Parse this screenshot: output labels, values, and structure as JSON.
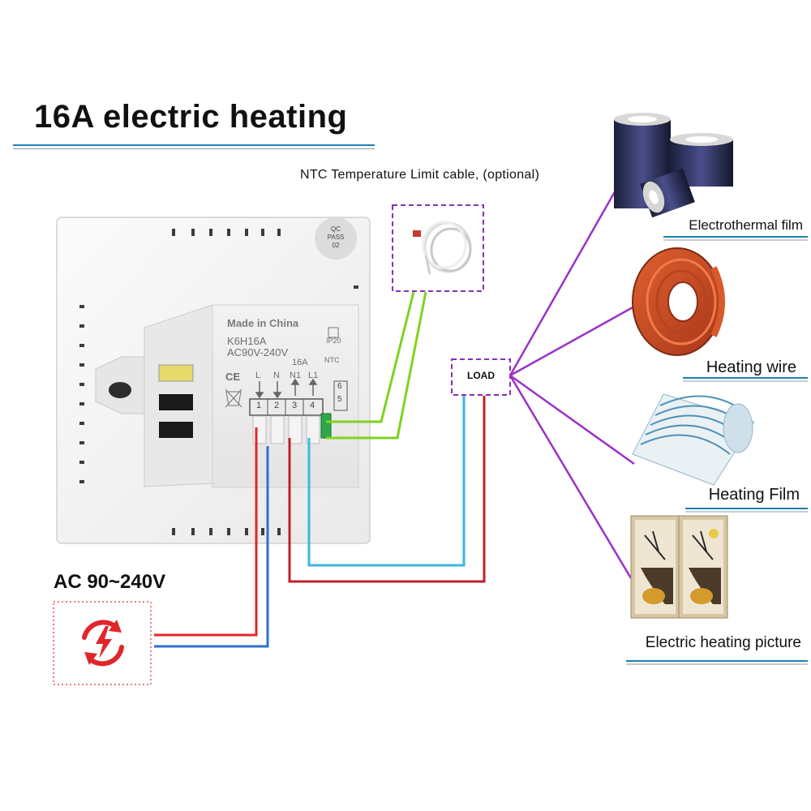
{
  "title": "16A electric heating",
  "ntc_label": "NTC Temperature Limit cable, (optional)",
  "load_label": "LOAD",
  "ac_label": "AC 90~240V",
  "module": {
    "made_in": "Made in China",
    "model": "K6H16A",
    "voltage": "AC90V-240V",
    "current": "16A",
    "ip": "IP20",
    "ntc": "NTC",
    "terminal_letters": [
      "L",
      "N",
      "N1",
      "L1"
    ],
    "terminal_numbers": [
      "1",
      "2",
      "3",
      "4"
    ],
    "ntc_pins": [
      "6",
      "5"
    ],
    "ce": "CE"
  },
  "qc_badge": [
    "QC",
    "PASS",
    "02"
  ],
  "products": [
    {
      "label": "Electrothermal film"
    },
    {
      "label": "Heating wire"
    },
    {
      "label": "Heating Film"
    },
    {
      "label": "Electric heating picture"
    }
  ],
  "colors": {
    "live": "#e0262b",
    "neutral": "#2f6fd0",
    "load_blue": "#3ab7e0",
    "load_red": "#c0202a",
    "sensor": "#7ed321",
    "fan": "#9b30c8",
    "box_border": "#8a2fb8",
    "underline": "#1e7fb0"
  }
}
